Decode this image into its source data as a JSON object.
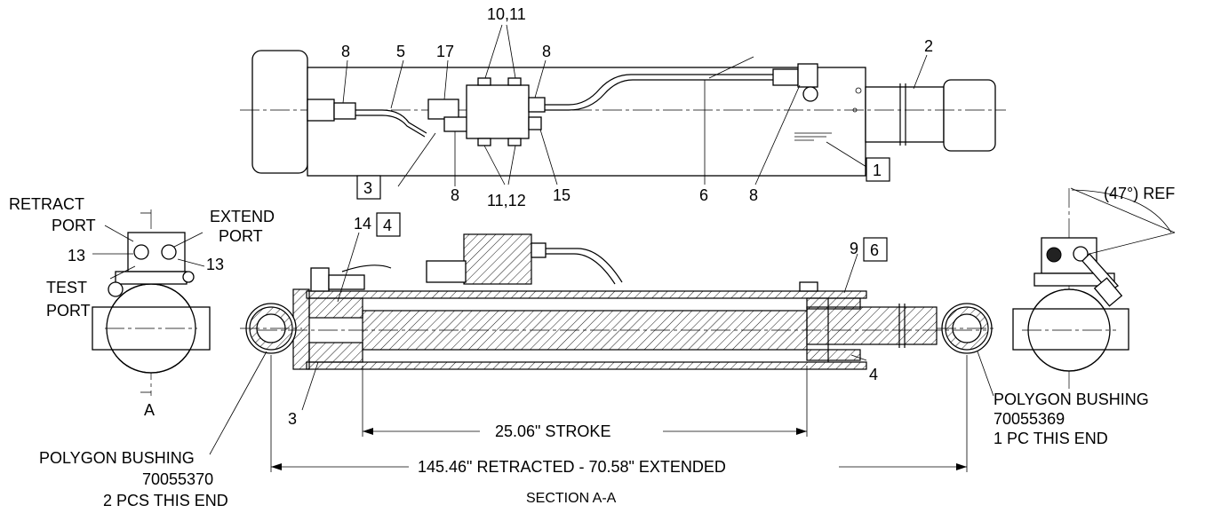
{
  "callouts_top": {
    "c_10_11": "10,11",
    "c_8a": "8",
    "c_5": "5",
    "c_17": "17",
    "c_8b": "8",
    "c_2": "2",
    "c_3box": "3",
    "c_8c": "8",
    "c_11_12": "11,12",
    "c_15": "15",
    "c_6": "6",
    "c_8d": "8",
    "c_1box": "1"
  },
  "left_view": {
    "retract": "RETRACT",
    "port1": "PORT",
    "extend": "EXTEND",
    "port2": "PORT",
    "c_13a": "13",
    "c_13b": "13",
    "test": "TEST",
    "port3": "PORT",
    "section_mark": "A"
  },
  "right_view": {
    "angle_ref": "(47°) REF"
  },
  "section": {
    "c_14": "14",
    "c_4box": "4",
    "c_9": "9",
    "c_6box": "6",
    "c_4": "4",
    "c_3": "3",
    "stroke": "25.06\" STROKE",
    "length": "145.46\" RETRACTED - 70.58\" EXTENDED",
    "title": "SECTION A-A"
  },
  "bushings": {
    "left_name": "POLYGON BUSHING",
    "left_pn": "70055370",
    "left_qty": "2 PCS THIS END",
    "right_name": "POLYGON BUSHING",
    "right_pn": "70055369",
    "right_qty": "1 PC THIS END"
  }
}
